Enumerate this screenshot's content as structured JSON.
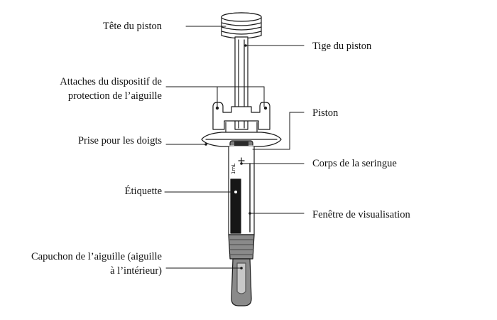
{
  "diagram": {
    "labels": {
      "plunger_head": "Tête du piston",
      "plunger_rod": "Tige du piston",
      "guard_clips_line1": "Attaches du dispositif de",
      "guard_clips_line2": "protection de l’aiguille",
      "plunger": "Piston",
      "finger_grip": "Prise pour les doigts",
      "syringe_body": "Corps de la seringue",
      "label": "Étiquette",
      "viewing_window": "Fenêtre de visualisation",
      "needle_cap_line1": "Capuchon de l’aiguille (aiguille",
      "needle_cap_line2": "à l’intérieur)"
    },
    "colors": {
      "line": "#1a1a1a",
      "dark_fill": "#161616",
      "gray_fill": "#8a8a8a",
      "light_gray": "#c8c8c8"
    }
  }
}
